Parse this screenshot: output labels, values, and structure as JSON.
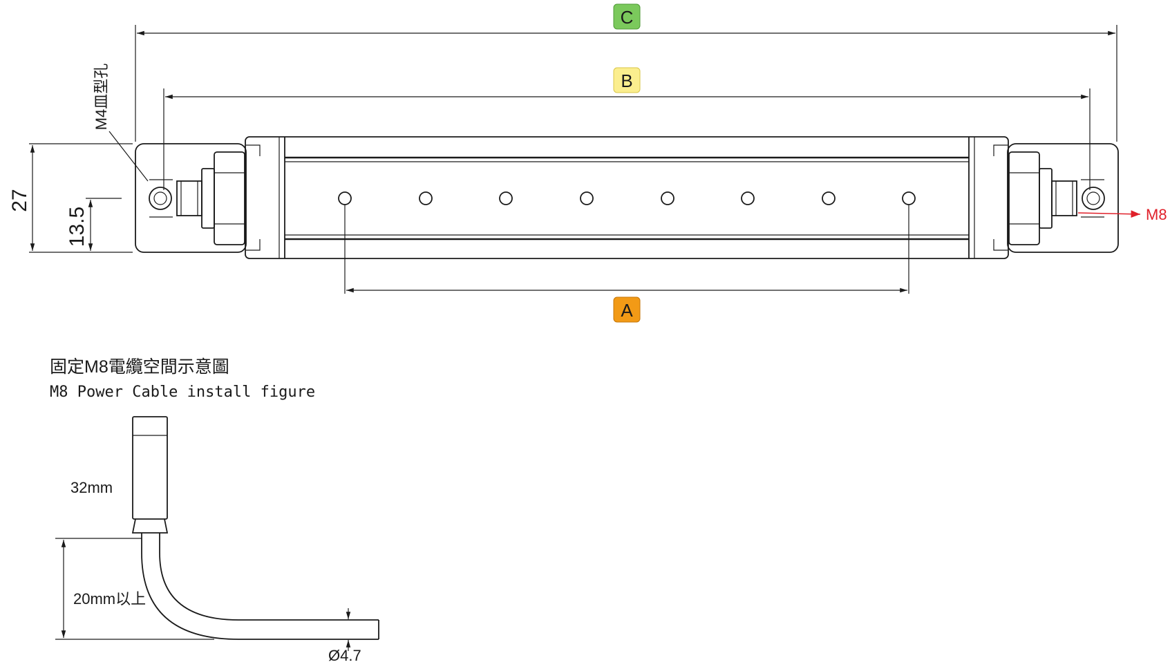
{
  "dimensions": {
    "A": {
      "label": "A",
      "color": "#f29a16"
    },
    "B": {
      "label": "B",
      "color": "#fbee8e"
    },
    "C": {
      "label": "C",
      "color": "#7bc95c"
    },
    "height": "27",
    "center_height": "13.5",
    "mount_hole": "M4皿型孔",
    "connector": "M8"
  },
  "cable_figure": {
    "title_cn": "固定M8電纜空間示意圖",
    "title_en": "M8 Power Cable install figure",
    "plug_length": "32mm",
    "bend_space": "20mm以上",
    "diameter": "Ø4.7"
  },
  "accent_red": "#e0202a"
}
